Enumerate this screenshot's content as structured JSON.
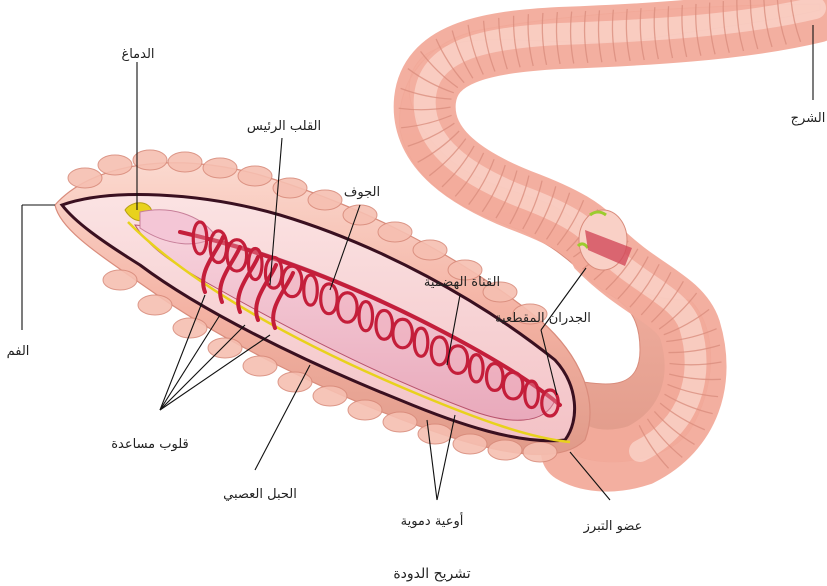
{
  "diagram": {
    "caption": "تشريح الدودة",
    "labels": {
      "brain": "الدماغ",
      "main_heart": "القلب الرئيس",
      "coelom": "الجوف",
      "digestive_tract": "القناة الهضمية",
      "segment_walls": "الجدران المقطعية",
      "anus": "الشرج",
      "mouth": "الفم",
      "aux_hearts": "قلوب مساعدة",
      "nerve_cord": "الحبل العصبي",
      "blood_vessels": "أوعية دموية",
      "excretory_organ": "عضو التبرز"
    },
    "colors": {
      "skin": "#f4b3a4",
      "skin_light": "#fbd9cf",
      "skin_dark": "#d98c7c",
      "cavity": "#f6c3c8",
      "vessel": "#c41e3a",
      "nerve": "#e8d21c",
      "outline": "#3a1020"
    }
  }
}
